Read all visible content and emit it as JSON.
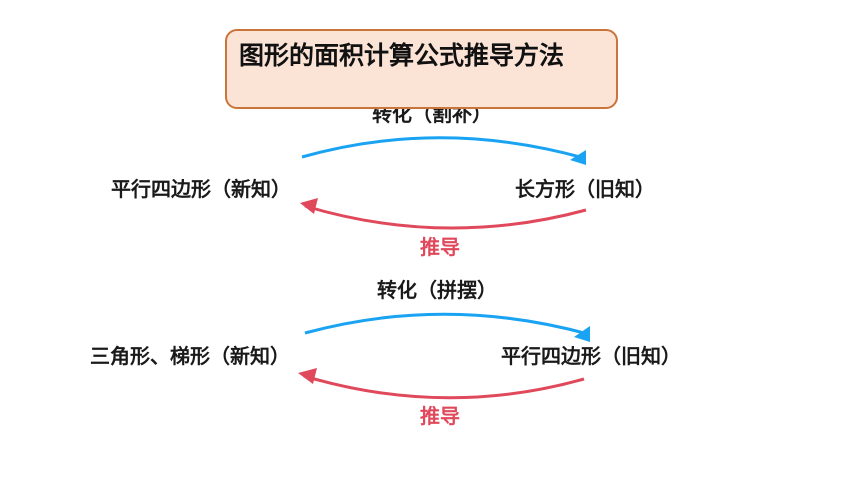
{
  "title": "图形的面积计算公式推导方法",
  "row1": {
    "transform_label": "转化（割补）",
    "left": "平行四边形（新知）",
    "right": "长方形（旧知）",
    "derive_label": "推导"
  },
  "row2": {
    "transform_label": "转化（拼摆）",
    "left": "三角形、梯形（新知）",
    "right": "平行四边形（旧知）",
    "derive_label": "推导"
  },
  "colors": {
    "forward_arrow": "#1aa3f2",
    "back_arrow": "#e0495b",
    "title_bg": "#fbe3d6",
    "title_border": "#c9743a"
  }
}
